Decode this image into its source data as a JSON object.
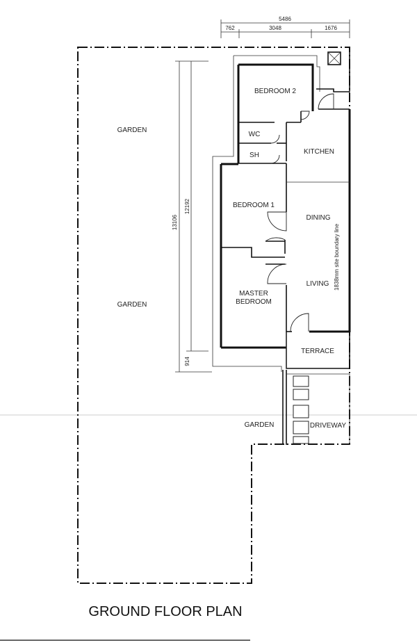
{
  "plan": {
    "title": "GROUND FLOOR PLAN",
    "rooms": {
      "bedroom_2": "BEDROOM 2",
      "wc": "WC",
      "sh": "SH",
      "kitchen": "KITCHEN",
      "bedroom_1": "BEDROOM 1",
      "dining": "DINING",
      "master_1": "MASTER",
      "master_2": "BEDROOM",
      "living": "LIVING",
      "terrace": "TERRACE",
      "driveway": "DRIVEWAY"
    },
    "gardens": {
      "top": "GARDEN",
      "middle": "GARDEN",
      "bottom": "GARDEN"
    },
    "dimensions": {
      "total_width": "5486",
      "seg_1": "762",
      "seg_2": "3048",
      "seg_3": "1676",
      "total_depth": "13106",
      "house_depth": "12192",
      "setback": "914"
    },
    "boundary_note": "1838mm site boundary line"
  }
}
